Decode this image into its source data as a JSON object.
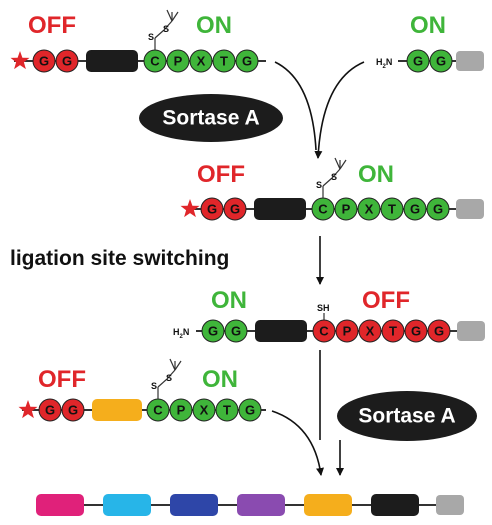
{
  "labels": {
    "off": "OFF",
    "on": "ON"
  },
  "residues": {
    "G": "G",
    "C": "C",
    "P": "P",
    "X": "X",
    "T": "T"
  },
  "enzyme": "Sortase A",
  "step_caption": "ligation site switching",
  "amine": {
    "base": "H",
    "sub": "2",
    "tail": "N"
  },
  "thiol": "SH",
  "colors": {
    "red_residue": "#e0262a",
    "green_residue": "#3fb53a",
    "black_block": "#1c1c1c",
    "gray_block": "#a8a8a8",
    "orange_block": "#f5ae1c",
    "magenta_block": "#e0217a",
    "cyan_block": "#27b5e8",
    "blue_block": "#2e46a8",
    "purple_block": "#8a4bb0"
  }
}
